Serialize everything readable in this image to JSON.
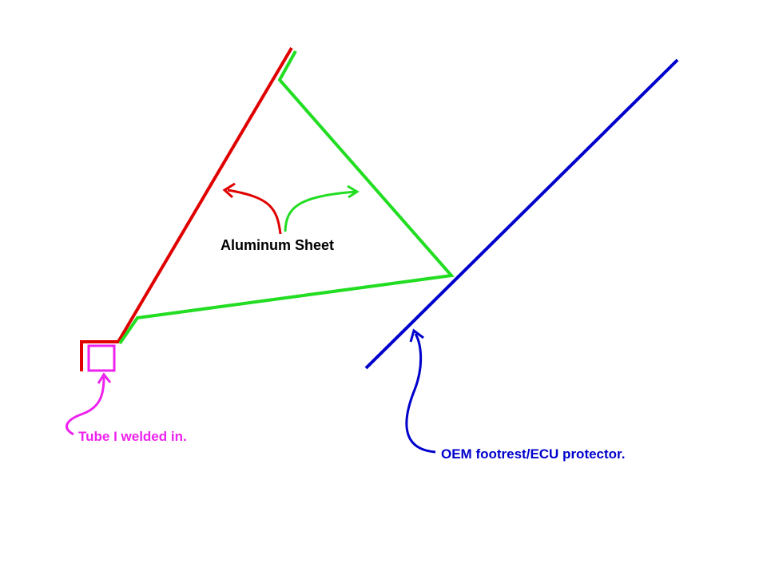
{
  "labels": {
    "aluminum_sheet": "Aluminum Sheet",
    "tube": "Tube I welded in.",
    "oem": "OEM footrest/ECU protector."
  },
  "colors": {
    "background": "#ffffff",
    "red": "#e00000",
    "green": "#22dd22",
    "blue": "#0000cc",
    "magenta": "#ee22ee",
    "text": "#000000"
  }
}
